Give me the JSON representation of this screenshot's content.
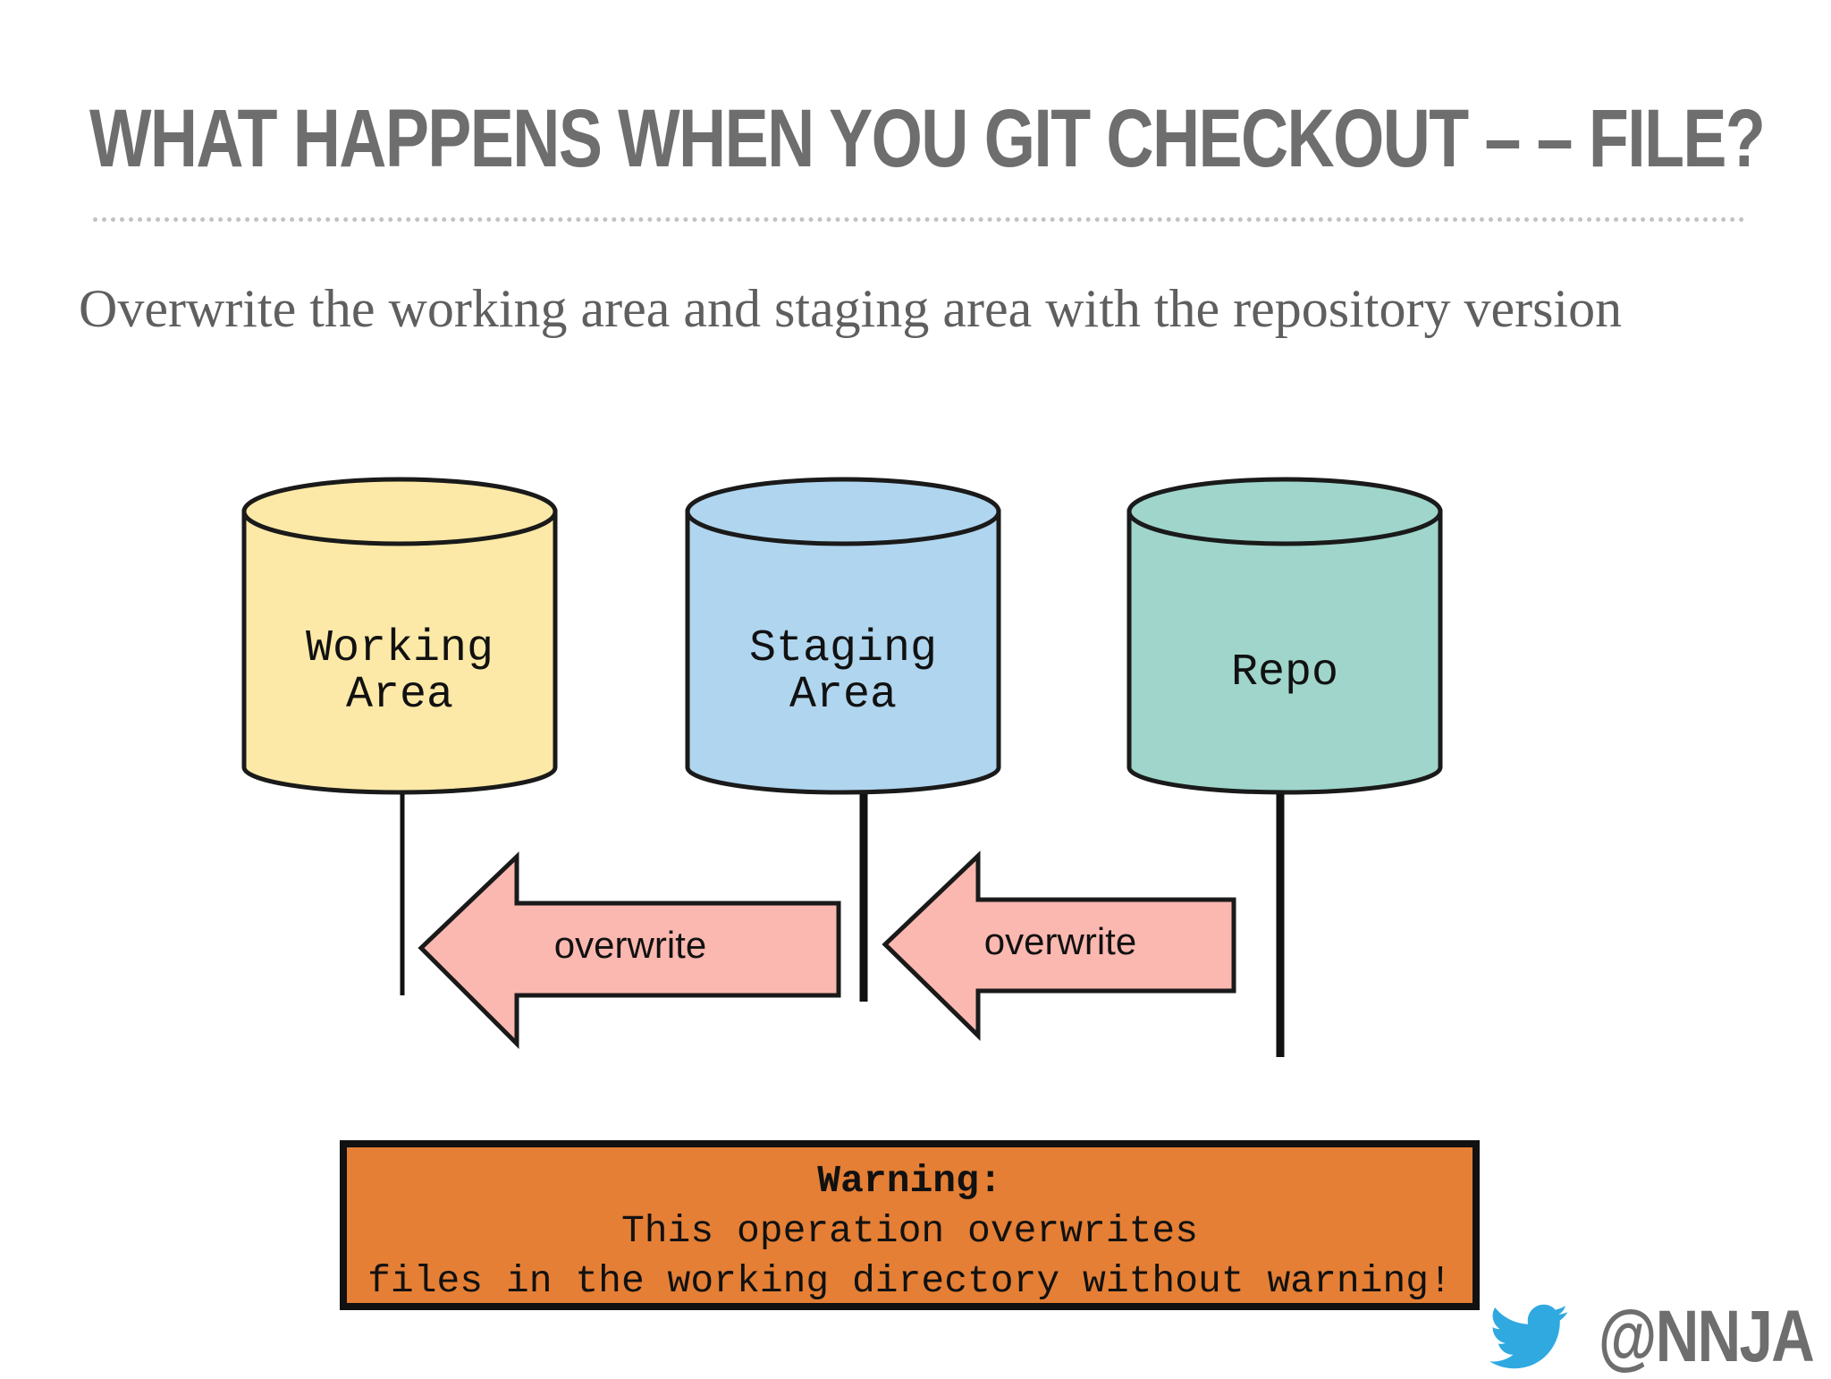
{
  "slide": {
    "title": "WHAT HAPPENS WHEN YOU GIT CHECKOUT – – FILE?",
    "subtitle": "Overwrite the working area and staging area with the repository version"
  },
  "diagram": {
    "stores": [
      {
        "line1": "Working",
        "line2": "Area",
        "color": "#fce9a7"
      },
      {
        "line1": "Staging",
        "line2": "Area",
        "color": "#b0d5ee"
      },
      {
        "line1": "Repo",
        "line2": "",
        "color": "#9fd5cb"
      }
    ],
    "arrows": [
      {
        "label": "overwrite",
        "color": "#fbb8b0"
      },
      {
        "label": "overwrite",
        "color": "#fbb8b0"
      }
    ]
  },
  "warning": {
    "title": "Warning:",
    "line1": "This operation overwrites",
    "line2": "files in the working directory without warning!",
    "color": "#e47f35"
  },
  "footer": {
    "handle": "@NNJA",
    "icon": "twitter-bird-icon",
    "icon_color": "#2fa9e0"
  }
}
